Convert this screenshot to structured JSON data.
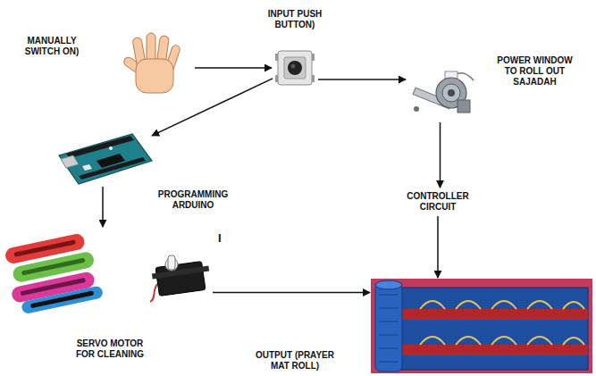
{
  "diagram": {
    "nodes": [
      {
        "text": [
          "MANUALLY SWITCH ON)"
        ]
      },
      {
        "text": [
          "INPUT PUSH BUTTON)"
        ]
      },
      {
        "text": [
          "POWER WINDOW TO ROLL OUT SAJADAH"
        ]
      },
      {
        "text": [
          "PROGRAMMING ARDUINO"
        ]
      },
      {
        "text": [
          "CONTROLLER CIRCUIT"
        ]
      },
      {
        "text": [
          "SERVO MOTOR FOR CLEANING"
        ]
      },
      {
        "text": [
          "OUTPUT (PRAYER MAT ROLL)"
        ]
      }
    ],
    "edges": [
      {
        "from": 0,
        "to": 1,
        "arrow": "to"
      },
      {
        "from": 1,
        "to": 2,
        "arrow": "to"
      },
      {
        "from": 1,
        "to": 3,
        "arrow": "to"
      },
      {
        "from": 3,
        "to": 5,
        "arrow": "to"
      },
      {
        "from": 2,
        "to": 4,
        "arrow": "to"
      },
      {
        "from": 4,
        "to": 6,
        "arrow": "to"
      },
      {
        "from": 5,
        "to": 6,
        "arrow": "to"
      }
    ],
    "labels": [
      "I"
    ]
  }
}
